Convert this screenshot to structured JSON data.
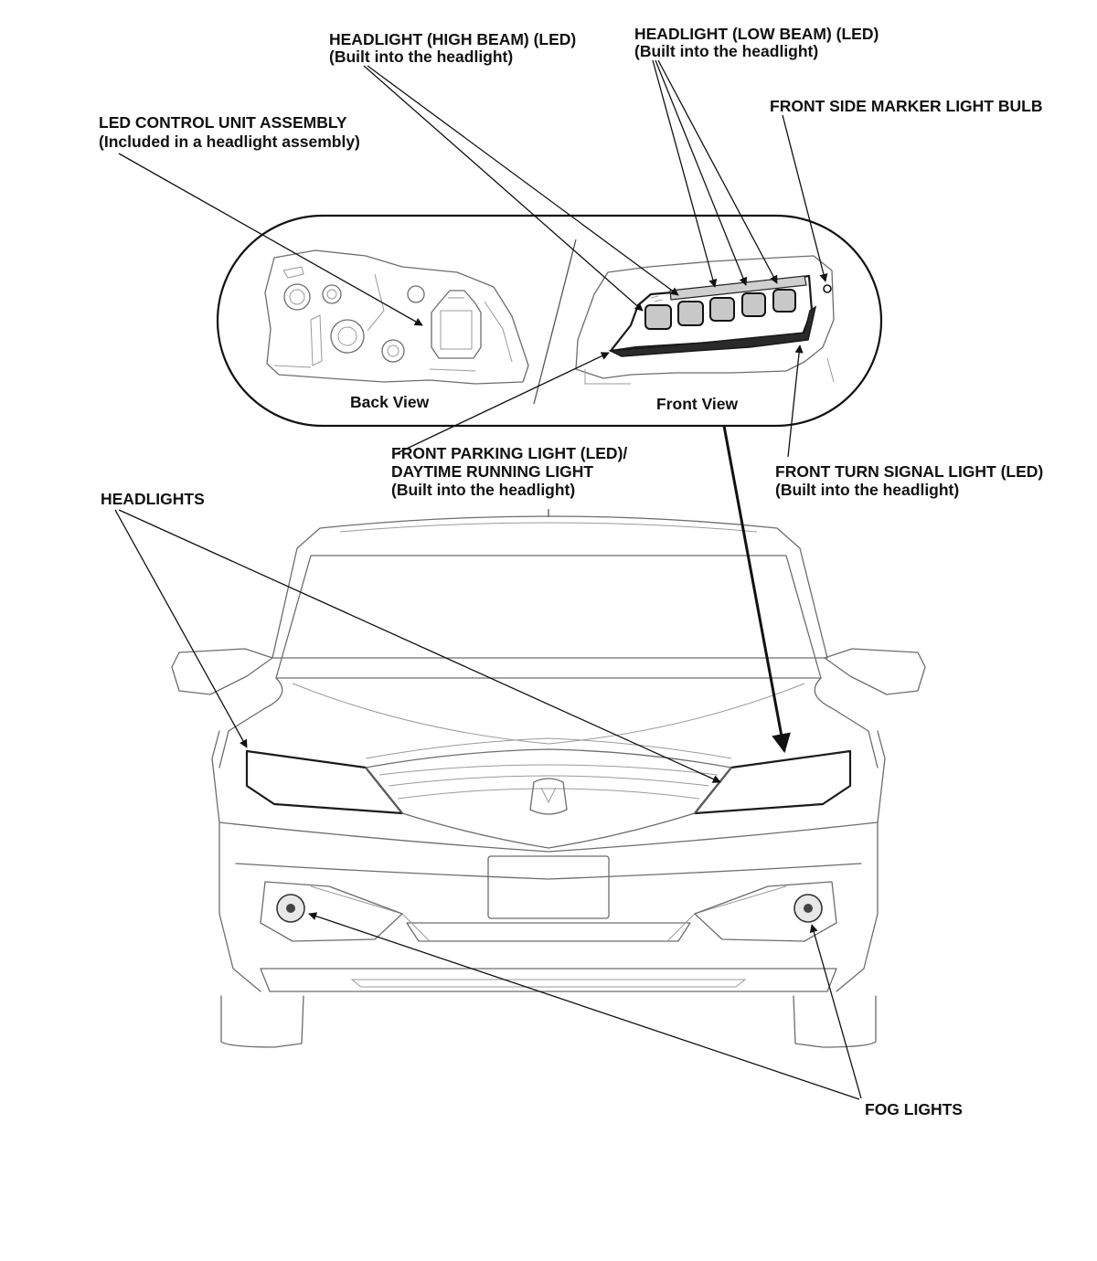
{
  "labels": {
    "high_beam": {
      "line1": "HEADLIGHT (HIGH BEAM) (LED)",
      "line2": "(Built into the headlight)"
    },
    "low_beam": {
      "line1": "HEADLIGHT (LOW BEAM) (LED)",
      "line2": "(Built into the headlight)"
    },
    "led_control": {
      "line1": "LED CONTROL UNIT ASSEMBLY",
      "line2": "(Included in a headlight assembly)"
    },
    "side_marker": {
      "line1": "FRONT SIDE MARKER LIGHT BULB"
    },
    "back_view": "Back View",
    "front_view": "Front View",
    "parking_light": {
      "line1": "FRONT PARKING LIGHT (LED)/",
      "line2": "DAYTIME RUNNING LIGHT",
      "line3": "(Built into the headlight)"
    },
    "turn_signal": {
      "line1": "FRONT TURN SIGNAL LIGHT (LED)",
      "line2": "(Built into the headlight)"
    },
    "headlights": "HEADLIGHTS",
    "fog_lights": "FOG LIGHTS"
  },
  "colors": {
    "line_art": "#6d6d6d",
    "leader": "#111111",
    "highlight": "#1a1a1a"
  }
}
